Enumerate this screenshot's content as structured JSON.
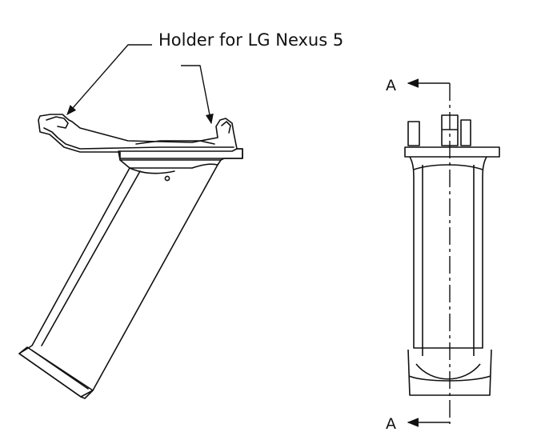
{
  "callout": {
    "label": "Holder for LG Nexus 5"
  },
  "section_markers": {
    "top_label": "A",
    "bottom_label": "A"
  },
  "colors": {
    "line": "#111111",
    "background": "#ffffff"
  }
}
